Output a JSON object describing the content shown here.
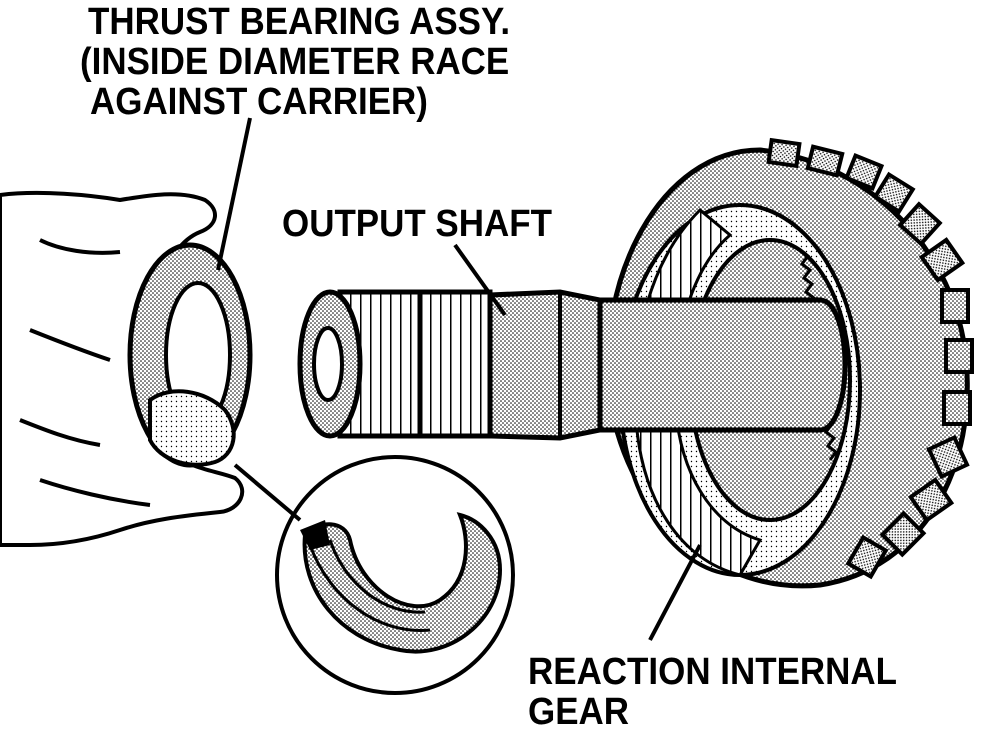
{
  "labels": {
    "thrust_bearing": {
      "line1": "THRUST BEARING ASSY.",
      "line2": "(INSIDE DIAMETER RACE",
      "line3": "AGAINST CARRIER)"
    },
    "output_shaft": "OUTPUT SHAFT",
    "reaction_gear": {
      "line1": "REACTION INTERNAL",
      "line2": "GEAR"
    }
  },
  "colors": {
    "ink": "#000000",
    "paper": "#ffffff",
    "stipple": "#d8d8d8"
  }
}
